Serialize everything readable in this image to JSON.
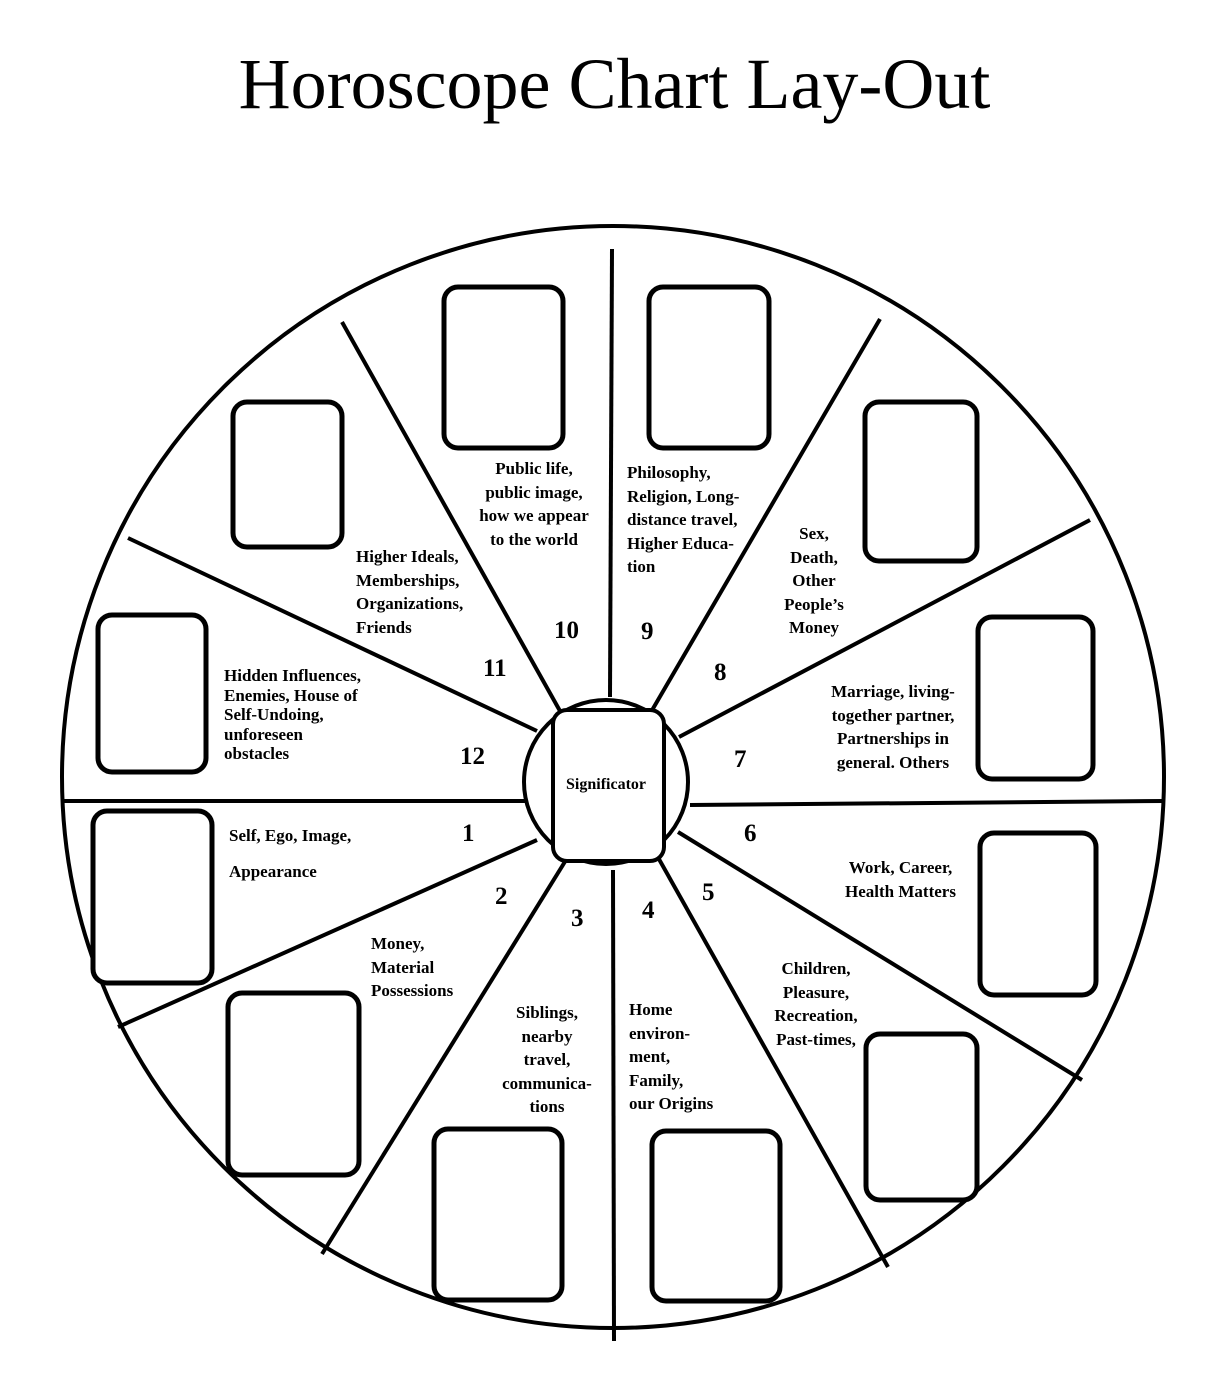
{
  "title": "Horoscope Chart Lay-Out",
  "center_label": "Significator",
  "houses": [
    {
      "number": "1",
      "lines": [
        "Self, Ego, Image,",
        "",
        "Appearance"
      ]
    },
    {
      "number": "2",
      "lines": [
        "Money,",
        "Material",
        "Possessions"
      ]
    },
    {
      "number": "3",
      "lines": [
        "Siblings,",
        "nearby",
        "travel,",
        "communica-",
        "tions"
      ]
    },
    {
      "number": "4",
      "lines": [
        "Home",
        "environ-",
        "ment,",
        "Family,",
        "our Origins"
      ]
    },
    {
      "number": "5",
      "lines": [
        "Children,",
        "Pleasure,",
        "Recreation,",
        "Past-times,"
      ]
    },
    {
      "number": "6",
      "lines": [
        "Work, Career,",
        "Health Matters"
      ]
    },
    {
      "number": "7",
      "lines": [
        "Marriage, living-",
        "together partner,",
        "Partnerships in",
        "general. Others"
      ]
    },
    {
      "number": "8",
      "lines": [
        "Sex,",
        "Death,",
        "Other",
        "People’s",
        "Money"
      ]
    },
    {
      "number": "9",
      "lines": [
        "Philosophy,",
        "Religion, Long-",
        "distance travel,",
        "Higher Educa-",
        "tion"
      ]
    },
    {
      "number": "10",
      "lines": [
        "Public life,",
        "public image,",
        "how we appear",
        "to the world"
      ]
    },
    {
      "number": "11",
      "lines": [
        "Higher Ideals,",
        "Memberships,",
        "Organizations,",
        "Friends"
      ]
    },
    {
      "number": "12",
      "lines": [
        "Hidden Influences,",
        "Enemies, House of",
        "Self-Undoing,",
        "unforeseen",
        "obstacles"
      ]
    }
  ]
}
